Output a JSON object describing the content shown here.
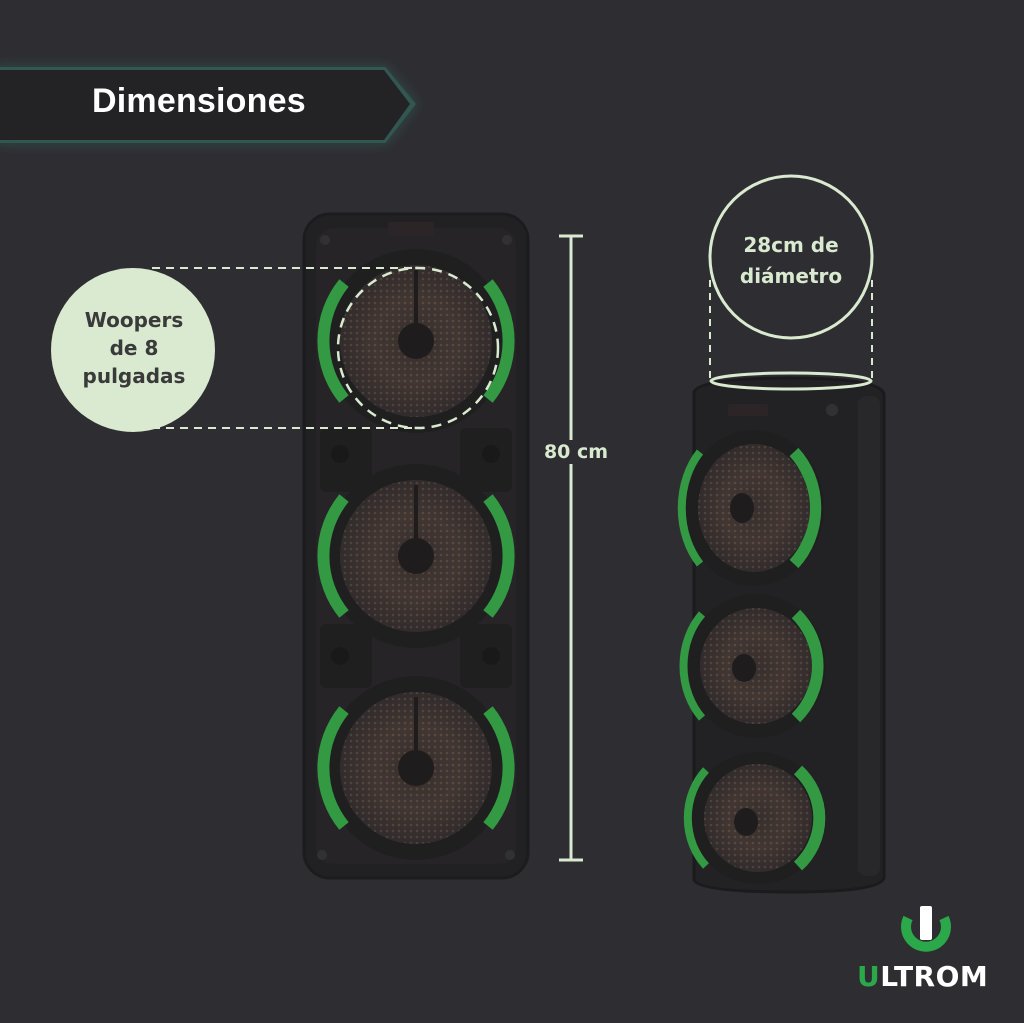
{
  "banner": {
    "title": "Dimensiones"
  },
  "callouts": {
    "woofers": [
      "Woopers",
      "de 8",
      "pulgadas"
    ],
    "diameter": [
      "28cm de",
      "diámetro"
    ]
  },
  "measure": {
    "height": "80 cm"
  },
  "brand": {
    "initial": "U",
    "rest": "LTROM"
  },
  "colors": {
    "background": "#2e2e32",
    "accent_green": "#35c24a",
    "callout_fill": "#d9ead0",
    "line": "#d9ead0",
    "banner": "#1f1f21",
    "banner_glow": "#3fd1b0"
  },
  "icons": [
    "ultrom-logo-icon",
    "speaker-front-image",
    "speaker-angled-image"
  ]
}
